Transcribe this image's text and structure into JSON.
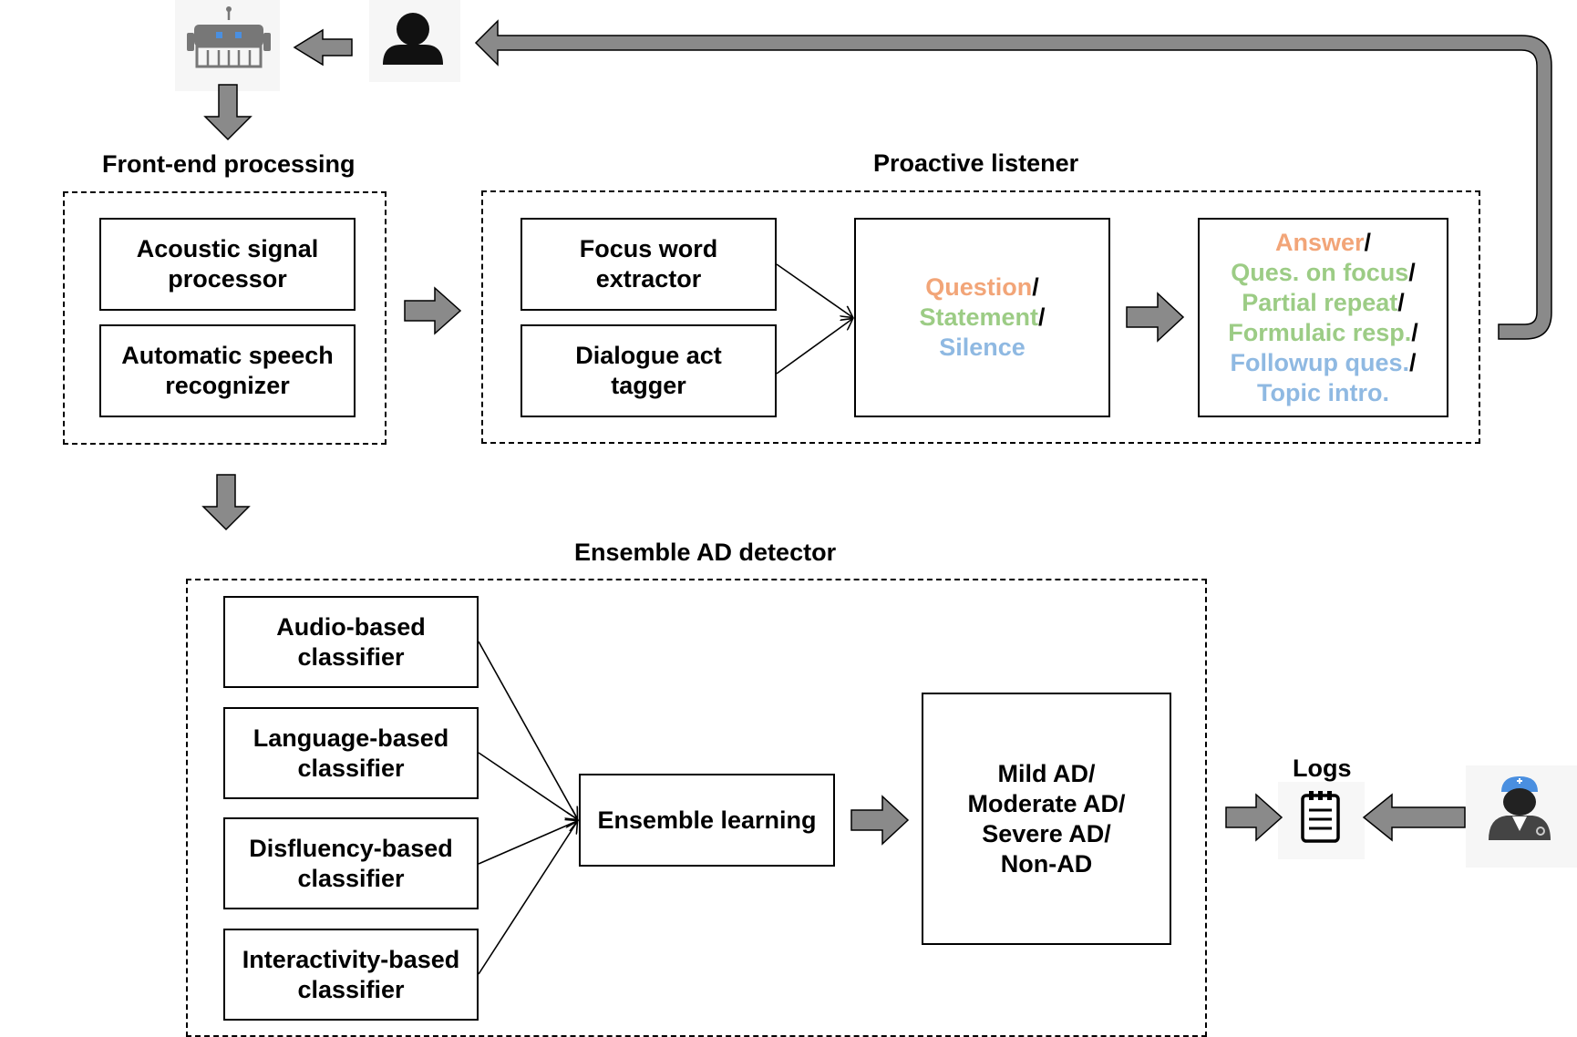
{
  "titles": {
    "front_end": "Front-end processing",
    "proactive": "Proactive listener",
    "ensemble": "Ensemble AD detector",
    "logs": "Logs"
  },
  "front_end": {
    "acoustic": [
      "Acoustic signal",
      "processor"
    ],
    "asr": [
      "Automatic speech",
      "recognizer"
    ]
  },
  "proactive": {
    "focus": [
      "Focus word",
      "extractor"
    ],
    "dialogue": [
      "Dialogue act",
      "tagger"
    ],
    "dialogue_act_types": [
      {
        "text": "Question",
        "sep": "/",
        "color": "#f2a578"
      },
      {
        "text": "Statement",
        "sep": "/",
        "color": "#9ccc85"
      },
      {
        "text": "Silence",
        "sep": "",
        "color": "#8fb9e2"
      }
    ],
    "responses": [
      {
        "text": "Answer",
        "sep": "/",
        "color": "#f2a578"
      },
      {
        "text": "Ques. on focus",
        "sep": "/",
        "color": "#9ccc85"
      },
      {
        "text": "Partial repeat",
        "sep": "/",
        "color": "#9ccc85"
      },
      {
        "text": "Formulaic resp.",
        "sep": "/",
        "color": "#9ccc85"
      },
      {
        "text": "Followup ques.",
        "sep": "/",
        "color": "#8fb9e2"
      },
      {
        "text": "Topic intro.",
        "sep": "",
        "color": "#8fb9e2"
      }
    ]
  },
  "ensemble": {
    "audio": [
      "Audio-based",
      "classifier"
    ],
    "language": [
      "Language-based",
      "classifier"
    ],
    "disfluency": [
      "Disfluency-based",
      "classifier"
    ],
    "interactivity": [
      "Interactivity-based",
      "classifier"
    ],
    "learning": "Ensemble learning",
    "outcome": [
      "Mild AD/",
      "Moderate AD/",
      "Severe AD/",
      "Non-AD"
    ]
  },
  "icons": {
    "robot": "robot-icon",
    "user": "user-icon",
    "logs": "clipboard-icon",
    "doctor": "doctor-icon"
  },
  "colors": {
    "arrow_fill": "#8a8a8a",
    "orange": "#f2a578",
    "green": "#9ccc85",
    "blue": "#8fb9e2"
  }
}
